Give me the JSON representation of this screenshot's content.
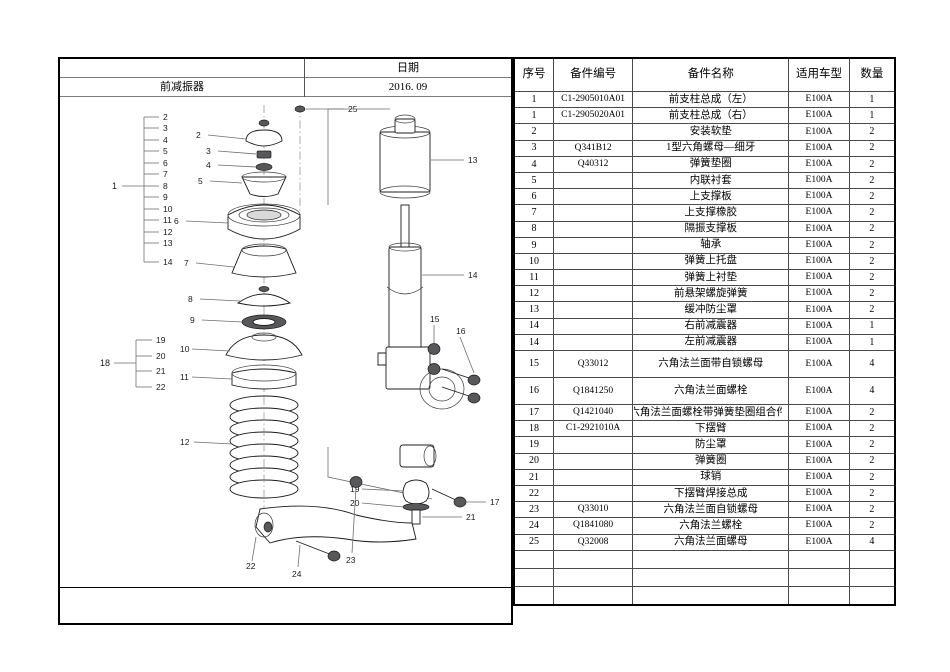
{
  "left_panel": {
    "header": {
      "title_label_blank": "",
      "date_label": "日期",
      "assembly_name": "前减振器",
      "date_value": "2016. 09"
    },
    "diagram": {
      "bracket_groups": [
        {
          "label": "1",
          "members": [
            "2",
            "3",
            "4",
            "5",
            "6",
            "7",
            "8",
            "9",
            "10",
            "11",
            "12",
            "13",
            "14"
          ]
        },
        {
          "label": "18",
          "members": [
            "19",
            "20",
            "21",
            "22"
          ]
        }
      ],
      "exploded_callouts": [
        "25",
        "2",
        "3",
        "4",
        "5",
        "6",
        "7",
        "8",
        "9",
        "10",
        "11",
        "12"
      ],
      "assembly_callouts": [
        "13",
        "14",
        "15",
        "16",
        "17",
        "19",
        "20",
        "21",
        "22",
        "23",
        "24"
      ]
    }
  },
  "table": {
    "headers": [
      "序号",
      "备件编号",
      "备件名称",
      "适用车型",
      "数量"
    ],
    "rows": [
      {
        "idx": "1",
        "code": "C1-2905010A01",
        "name": "前支柱总成（左）",
        "model": "E100A",
        "qty": "1",
        "tall": false,
        "clipped": false
      },
      {
        "idx": "1",
        "code": "C1-2905020A01",
        "name": "前支柱总成（右）",
        "model": "E100A",
        "qty": "1",
        "tall": false,
        "clipped": false
      },
      {
        "idx": "2",
        "code": "",
        "name": "安装软垫",
        "model": "E100A",
        "qty": "2",
        "tall": false,
        "clipped": false
      },
      {
        "idx": "3",
        "code": "Q341B12",
        "name": "1型六角螺母—细牙",
        "model": "E100A",
        "qty": "2",
        "tall": false,
        "clipped": false
      },
      {
        "idx": "4",
        "code": "Q40312",
        "name": "弹簧垫圈",
        "model": "E100A",
        "qty": "2",
        "tall": false,
        "clipped": false
      },
      {
        "idx": "5",
        "code": "",
        "name": "内联衬套",
        "model": "E100A",
        "qty": "2",
        "tall": false,
        "clipped": false
      },
      {
        "idx": "6",
        "code": "",
        "name": "上支撑板",
        "model": "E100A",
        "qty": "2",
        "tall": false,
        "clipped": false
      },
      {
        "idx": "7",
        "code": "",
        "name": "上支撑橡胶",
        "model": "E100A",
        "qty": "2",
        "tall": false,
        "clipped": false
      },
      {
        "idx": "8",
        "code": "",
        "name": "隔振支撑板",
        "model": "E100A",
        "qty": "2",
        "tall": false,
        "clipped": false
      },
      {
        "idx": "9",
        "code": "",
        "name": "轴承",
        "model": "E100A",
        "qty": "2",
        "tall": false,
        "clipped": false
      },
      {
        "idx": "10",
        "code": "",
        "name": "弹簧上托盘",
        "model": "E100A",
        "qty": "2",
        "tall": false,
        "clipped": false
      },
      {
        "idx": "11",
        "code": "",
        "name": "弹簧上衬垫",
        "model": "E100A",
        "qty": "2",
        "tall": false,
        "clipped": false
      },
      {
        "idx": "12",
        "code": "",
        "name": "前悬架螺旋弹簧",
        "model": "E100A",
        "qty": "2",
        "tall": false,
        "clipped": false
      },
      {
        "idx": "13",
        "code": "",
        "name": "缓冲防尘罩",
        "model": "E100A",
        "qty": "2",
        "tall": false,
        "clipped": false
      },
      {
        "idx": "14",
        "code": "",
        "name": "右前减震器",
        "model": "E100A",
        "qty": "1",
        "tall": false,
        "clipped": false
      },
      {
        "idx": "14",
        "code": "",
        "name": "左前减震器",
        "model": "E100A",
        "qty": "1",
        "tall": false,
        "clipped": false
      },
      {
        "idx": "15",
        "code": "Q33012",
        "name": "六角法兰面带自锁螺母",
        "model": "E100A",
        "qty": "4",
        "tall": true,
        "clipped": false
      },
      {
        "idx": "16",
        "code": "Q1841250",
        "name": "六角法兰面螺栓",
        "model": "E100A",
        "qty": "4",
        "tall": true,
        "clipped": false
      },
      {
        "idx": "17",
        "code": "Q1421040",
        "name": "六角法兰面螺栓带弹簧垫圈组合件",
        "model": "E100A",
        "qty": "2",
        "tall": false,
        "clipped": true
      },
      {
        "idx": "18",
        "code": "C1-2921010A",
        "name": "下摆臂",
        "model": "E100A",
        "qty": "2",
        "tall": false,
        "clipped": false
      },
      {
        "idx": "19",
        "code": "",
        "name": "防尘罩",
        "model": "E100A",
        "qty": "2",
        "tall": false,
        "clipped": false
      },
      {
        "idx": "20",
        "code": "",
        "name": "弹簧圈",
        "model": "E100A",
        "qty": "2",
        "tall": false,
        "clipped": false
      },
      {
        "idx": "21",
        "code": "",
        "name": "球销",
        "model": "E100A",
        "qty": "2",
        "tall": false,
        "clipped": false
      },
      {
        "idx": "22",
        "code": "",
        "name": "下摆臂焊接总成",
        "model": "E100A",
        "qty": "2",
        "tall": false,
        "clipped": false
      },
      {
        "idx": "23",
        "code": "Q33010",
        "name": "六角法兰面自锁螺母",
        "model": "E100A",
        "qty": "2",
        "tall": false,
        "clipped": false
      },
      {
        "idx": "24",
        "code": "Q1841080",
        "name": "六角法兰螺栓",
        "model": "E100A",
        "qty": "2",
        "tall": false,
        "clipped": false
      },
      {
        "idx": "25",
        "code": "Q32008",
        "name": "六角法兰面螺母",
        "model": "E100A",
        "qty": "4",
        "tall": false,
        "clipped": false
      },
      {
        "idx": "",
        "code": "",
        "name": "",
        "model": "",
        "qty": "",
        "tall": false,
        "clipped": false
      },
      {
        "idx": "",
        "code": "",
        "name": "",
        "model": "",
        "qty": "",
        "tall": false,
        "clipped": false
      },
      {
        "idx": "",
        "code": "",
        "name": "",
        "model": "",
        "qty": "",
        "tall": false,
        "clipped": false
      }
    ]
  },
  "colors": {
    "border": "#000000",
    "grid": "#4a4a4a",
    "text": "#000000",
    "diagram_line": "#6e6e6e",
    "diagram_part": "#1c1c1c"
  }
}
